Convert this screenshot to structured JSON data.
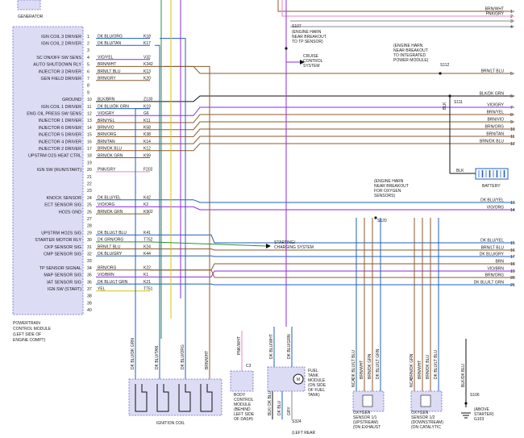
{
  "generator": {
    "label": "GENERATOR"
  },
  "pcm": {
    "caption": [
      "POWERTRAIN",
      "CONTROL MODULE",
      "(LEFT SIDE OF",
      "ENGINE COMPT)"
    ],
    "pins": [
      {
        "n": "1",
        "label": "IGN COIL 3 DRIVER",
        "color": "DK BLU/ORG",
        "code": "K18"
      },
      {
        "n": "2",
        "label": "IGN COIL 2 DRIVER",
        "color": "DK BLU/TAN",
        "code": "K17"
      },
      {
        "n": "3",
        "label": "",
        "color": "",
        "code": ""
      },
      {
        "n": "4",
        "label": "SC ON/OFF SW SENS",
        "color": "VIO/YEL",
        "code": "V32"
      },
      {
        "n": "5",
        "label": "AUTO SHUTDOWN RLY",
        "color": "BRN/WHT",
        "code": "K342"
      },
      {
        "n": "6",
        "label": "INJECTOR 3 DRIVER",
        "color": "BRN/LT BLU",
        "code": "K13"
      },
      {
        "n": "7",
        "label": "GEN FIELD DRIVER",
        "color": "BRN/GRY",
        "code": "K20"
      },
      {
        "n": "8",
        "label": "",
        "color": "",
        "code": ""
      },
      {
        "n": "9",
        "label": "",
        "color": "",
        "code": ""
      },
      {
        "n": "10",
        "label": "GROUND",
        "color": "BLK/BRN",
        "code": "Z130"
      },
      {
        "n": "11",
        "label": "IGN COIL 1 DRIVER",
        "color": "DK BLU/DK GRN",
        "code": "K19"
      },
      {
        "n": "12",
        "label": "ENG OIL PRESS SW SENS",
        "color": "VIO/GRY",
        "code": "G6"
      },
      {
        "n": "13",
        "label": "INJECTOR 1 DRIVER",
        "color": "BRN/YEL",
        "code": "K11"
      },
      {
        "n": "14",
        "label": "INJECTOR 6 DRIVER",
        "color": "BRN/VIO",
        "code": "K58"
      },
      {
        "n": "15",
        "label": "INJECTOR 5 DRIVER",
        "color": "BRN/ORG",
        "code": "K38"
      },
      {
        "n": "16",
        "label": "INJECTOR 4 DRIVER",
        "color": "BRN/TAN",
        "code": "K14"
      },
      {
        "n": "17",
        "label": "INJECTOR 2 DRIVER",
        "color": "BRN/DK BLU",
        "code": "K12"
      },
      {
        "n": "18",
        "label": "UPSTRM O2S HEAT CTRL",
        "color": "BRN/DK GRN",
        "code": "K99"
      },
      {
        "n": "19",
        "label": "",
        "color": "",
        "code": ""
      },
      {
        "n": "20",
        "label": "IGN SW (RUN/START)",
        "color": "PNK/GRY",
        "code": "F202"
      },
      {
        "n": "21",
        "label": "",
        "color": "",
        "code": ""
      },
      {
        "n": "22",
        "label": "",
        "color": "",
        "code": ""
      },
      {
        "n": "23",
        "label": "",
        "color": "",
        "code": ""
      },
      {
        "n": "24",
        "label": "KNOCK SENSOR",
        "color": "DK BLU/YEL",
        "code": "K42"
      },
      {
        "n": "25",
        "label": "ECT SENSOR SIG",
        "color": "VIO/ORG",
        "code": "K2"
      },
      {
        "n": "26",
        "label": "HO2S GND",
        "color": "BRN/DK GRN",
        "code": "K902"
      },
      {
        "n": "27",
        "label": "",
        "color": "",
        "code": ""
      },
      {
        "n": "28",
        "label": "",
        "color": "",
        "code": ""
      },
      {
        "n": "29",
        "label": "UPSTRM HO2S SIG",
        "color": "DK BLU/LT BLU",
        "code": "K41"
      },
      {
        "n": "30",
        "label": "STARTER MOTOR RLY",
        "color": "DK GRN/ORG",
        "code": "T752"
      },
      {
        "n": "31",
        "label": "CKP SENSOR SIG",
        "color": "BRN/LT BLU",
        "code": "K24"
      },
      {
        "n": "32",
        "label": "CMP SENSOR SIG",
        "color": "DK BLU/GRY",
        "code": "K44"
      },
      {
        "n": "33",
        "label": "",
        "color": "",
        "code": ""
      },
      {
        "n": "34",
        "label": "TP SENSOR SIGNAL",
        "color": "BRN/ORG",
        "code": "K22"
      },
      {
        "n": "35",
        "label": "MAP SENSOR SIG",
        "color": "VIO/BRN",
        "code": "K1"
      },
      {
        "n": "36",
        "label": "IAT SENSOR SIG",
        "color": "DK BLU/LT GRN",
        "code": "K21"
      },
      {
        "n": "37",
        "label": "IGN SW (START)",
        "color": "YEL",
        "code": "T751"
      },
      {
        "n": "38",
        "label": "",
        "color": "",
        "code": ""
      },
      {
        "n": "39",
        "label": "",
        "color": "",
        "code": ""
      },
      {
        "n": "40",
        "label": "",
        "color": "",
        "code": ""
      }
    ]
  },
  "right_connector": {
    "pins": [
      {
        "n": "1",
        "color": "BRN/WHT"
      },
      {
        "n": "2",
        "color": "PNK/GRY"
      },
      {
        "n": "3",
        "color": ""
      },
      {
        "n": "4",
        "color": ""
      },
      {
        "n": "5",
        "color": "BRN/LT BLU"
      },
      {
        "n": "6",
        "color": "BLK/DK GRN"
      },
      {
        "n": "7",
        "color": "VIO/GRY"
      },
      {
        "n": "8",
        "color": "BRN/YEL"
      },
      {
        "n": "9",
        "color": "BRN/VIO"
      },
      {
        "n": "10",
        "color": "BRN/ORG"
      },
      {
        "n": "11",
        "color": "BRN/TAN"
      },
      {
        "n": "12",
        "color": "BRN/DK BLU"
      },
      {
        "n": "13",
        "color": "DK BLU/YEL"
      },
      {
        "n": "14",
        "color": "VIO/ORG"
      },
      {
        "n": "15",
        "color": "DK BLU/YEL"
      },
      {
        "n": "16",
        "color": "BRN/LT BLU"
      },
      {
        "n": "17",
        "color": "DK BLU/GRY"
      },
      {
        "n": "18",
        "color": "BRN"
      },
      {
        "n": "19",
        "color": "VIO/BRN"
      },
      {
        "n": "20",
        "color": "BRN/ORG"
      },
      {
        "n": "21",
        "color": "DK BLU/LT GRN"
      }
    ]
  },
  "splices": {
    "s107": "S107",
    "s107_note": [
      "(ENGINE HARN",
      "NEAR BREAKOUT",
      "TO TP SENSOR)"
    ],
    "s112": "S112",
    "s112_note": [
      "(ENGINE HARN",
      "NEAR BREAKOUT",
      "TO INTEGRATED",
      "POWER MODULE)"
    ],
    "s111": "S111",
    "s120": "S120",
    "s120_note": [
      "(ENGINE HARN",
      "NEAR BREAKOUT",
      "FOR OXYGEN",
      "SENSORS)"
    ],
    "s106": "S106",
    "s324": "S324"
  },
  "systems": {
    "cruise": [
      "CRUISE",
      "CONTROL",
      "SYSTEM"
    ],
    "starting": [
      "STARTING/",
      "CHARGING SYSTEM"
    ]
  },
  "battery": {
    "label": "BATTERY",
    "wire": "BLK"
  },
  "blk_s111": "BLK",
  "ignition_coil": {
    "label": "IGNITION COIL",
    "wires": [
      "DK BLU/DK GRN",
      "DK BLU/TAN",
      "DK BLU/ORG",
      "BRN/WHT"
    ]
  },
  "body_module": {
    "label": [
      "BODY",
      "CONTROL",
      "MODULE",
      "(BEHIND",
      "LEFT SIDE",
      "OF DASH)"
    ],
    "connector": "C3",
    "wire": "PNK/WHT"
  },
  "fuel_module": {
    "label": [
      "FUEL",
      "TANK",
      "MODULE",
      "(ON SIDE",
      "OF FUEL",
      "TANK)"
    ],
    "motor": "M",
    "wires_top": [
      "DK BLU/WHT",
      "DK BLU/GRN"
    ],
    "wires_bottom": [
      "BLK/ DK BLU",
      "DK BLU",
      "GRY"
    ]
  },
  "s324_partial": "(LEFT REAR",
  "o2_upstream": {
    "label": [
      "OXYGEN",
      "SENSOR 1/1",
      "(UPSTREAM)",
      "(ON EXHAUST"
    ],
    "wires": [
      "DK BLU/LT BLU",
      "BRN/WHT",
      "BRN/DK GRN",
      "DK BLU/LT GRN"
    ],
    "nca": "NCA"
  },
  "o2_downstream": {
    "label": [
      "OXYGEN",
      "SENSOR 1/2",
      "(DOWNSTREAM)",
      "(ON CATALYTIC"
    ],
    "wires": [
      "BRN/DK GRN",
      "BRN/WHT",
      "BRN/DK BLU",
      "DK BLU/LT BLU"
    ],
    "nca": "NCA"
  },
  "ground_g103": {
    "wire": "BLK/DK BLU",
    "label": [
      "S106",
      "(ABOVE",
      "STARTER)",
      "G103"
    ]
  },
  "colors": {
    "blue": "#1f5fbf",
    "brown": "#8b5a2b",
    "violet": "#8a2be2",
    "pink": "#ee82c8",
    "green": "#2e8b3a",
    "orange": "#e08a2a",
    "yellow": "#d8c400",
    "black": "#111111",
    "grey": "#8a8a8a",
    "tan": "#b89a6a",
    "module_fill": "#dcdcf5",
    "module_stroke": "#6a6acc"
  }
}
